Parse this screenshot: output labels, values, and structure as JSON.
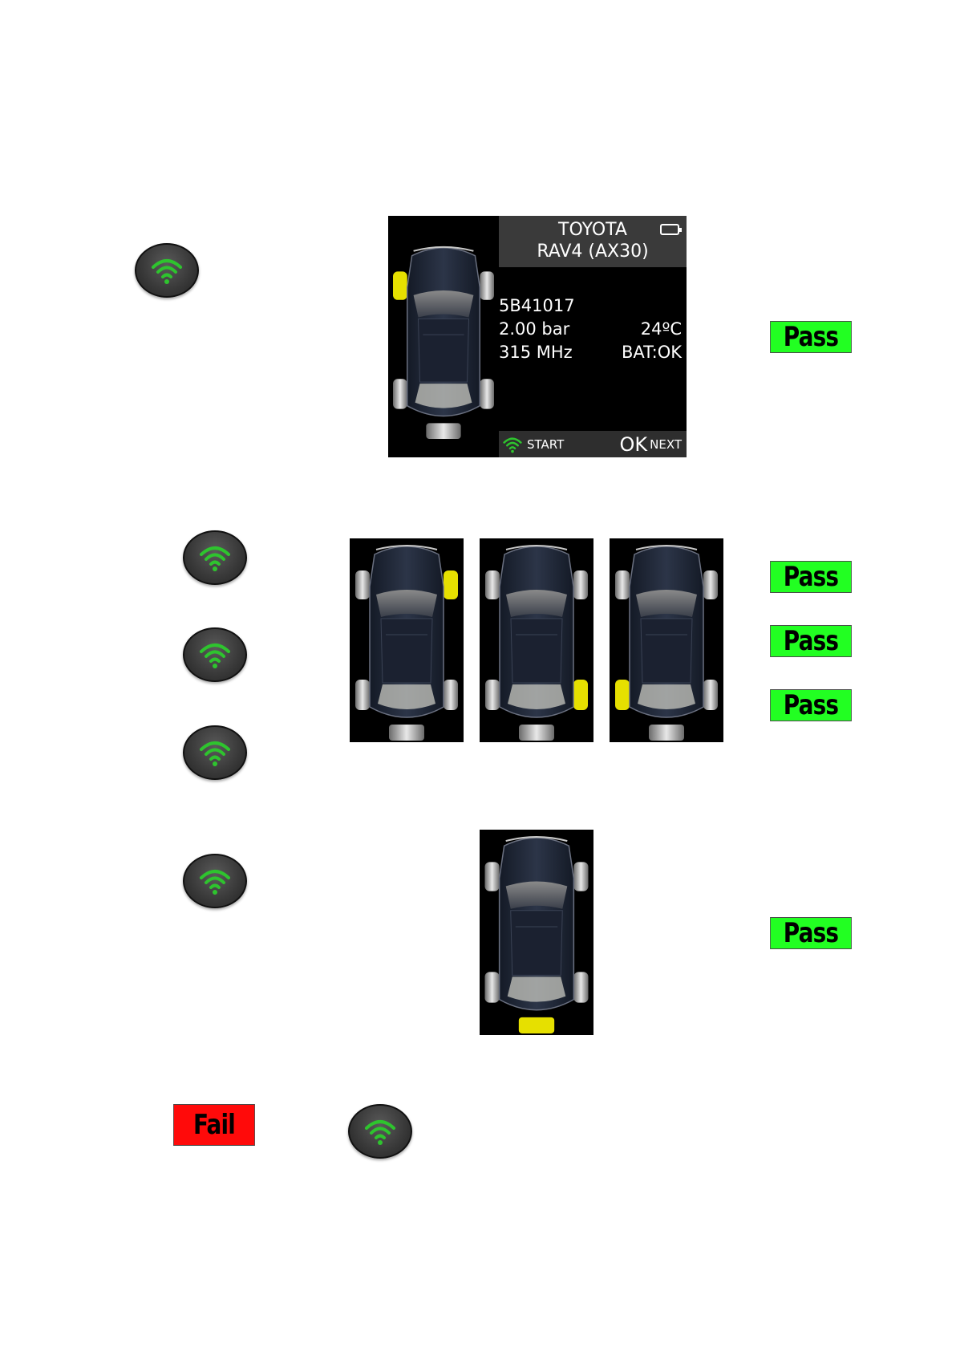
{
  "device_screen": {
    "make": "TOYOTA",
    "model": "RAV4 (AX30)",
    "sensor_id": "5B41017",
    "pressure": "2.00 bar",
    "temperature": "24ºC",
    "frequency": "315 MHz",
    "battery_status": "BAT:OK",
    "start_label": "START",
    "ok_label": "OK",
    "next_label": "NEXT"
  },
  "steps": [
    {
      "highlighted_tire": "front-left",
      "result": "Pass"
    },
    {
      "highlighted_tire": "front-right",
      "result": "Pass"
    },
    {
      "highlighted_tire": "rear-right",
      "result": "Pass"
    },
    {
      "highlighted_tire": "rear-left",
      "result": "Pass"
    },
    {
      "highlighted_tire": "spare",
      "result": "Pass"
    }
  ],
  "fail_label": "Fail",
  "colors": {
    "pass": "#22ff22",
    "fail": "#ff0a0a",
    "highlight_tire": "#e6e000",
    "signal_icon": "#2ec42e"
  },
  "icons": [
    "signal-icon",
    "battery-icon",
    "car-top-view-icon"
  ]
}
